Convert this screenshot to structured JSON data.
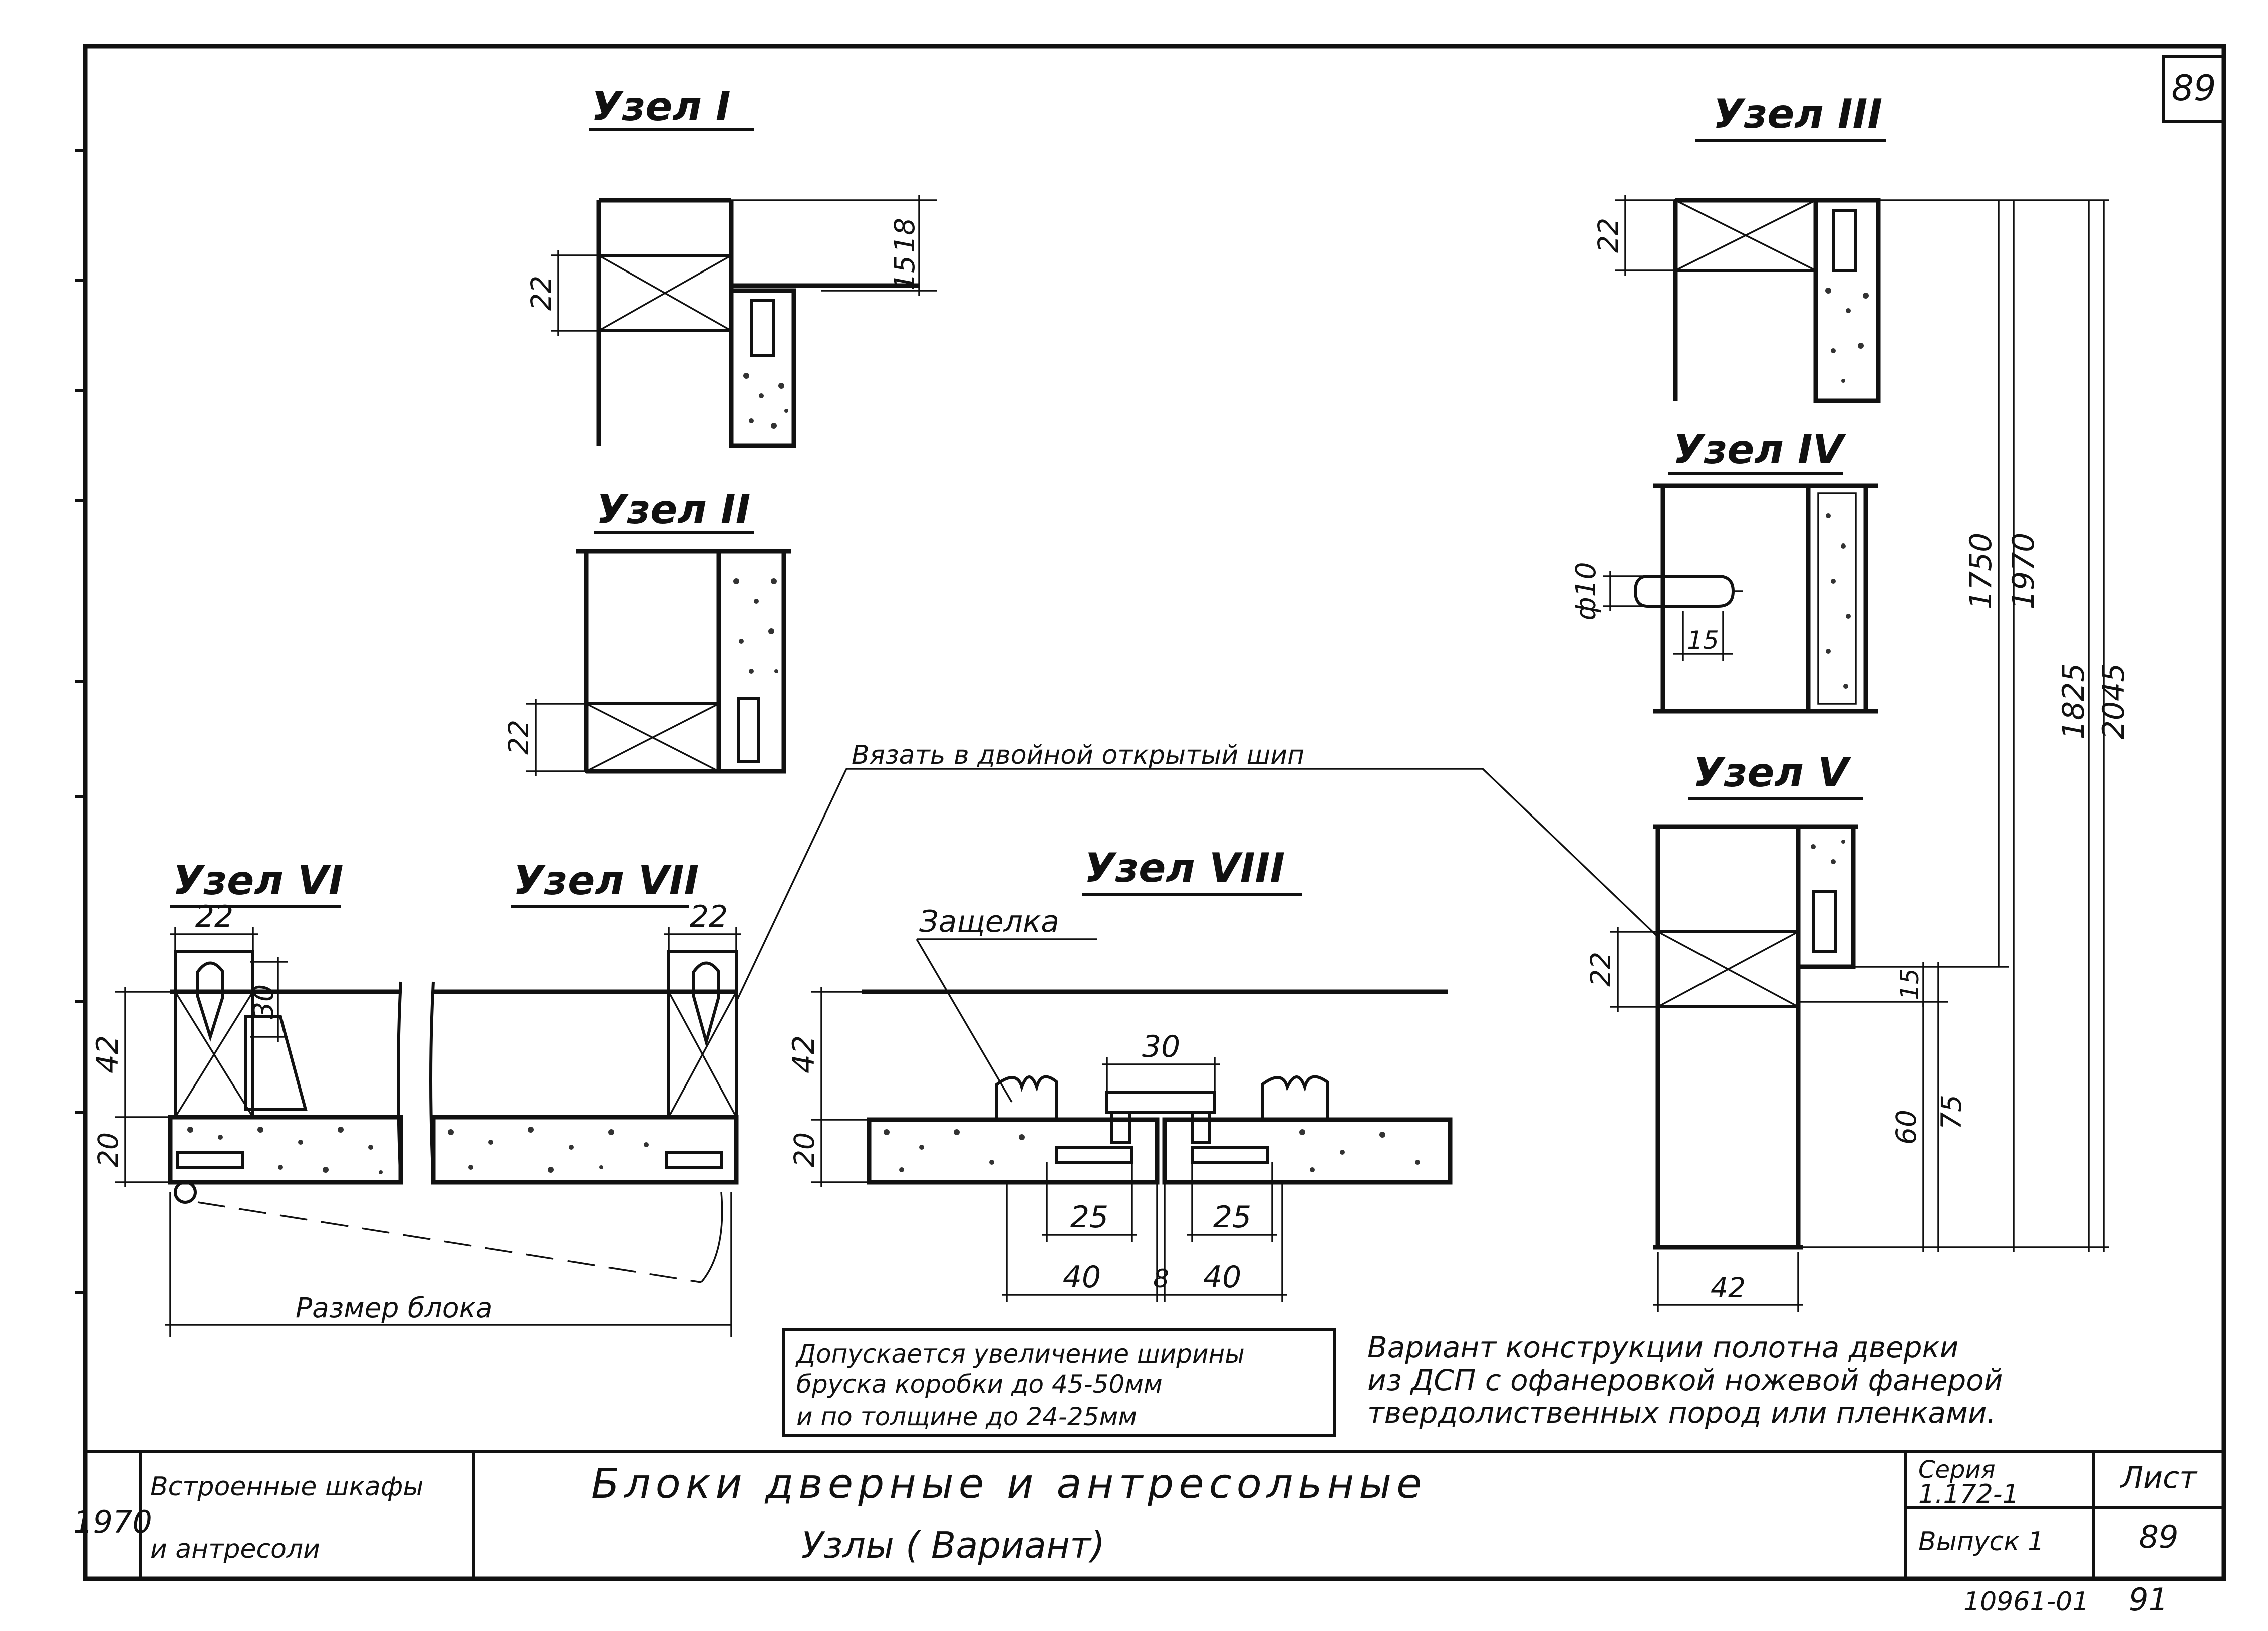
{
  "sheet": {
    "page_number": "89",
    "stamp_bottom": "10961-01",
    "stamp_bottom_page": "91"
  },
  "nodes": {
    "n1": {
      "title": "Узел",
      "roman": "I"
    },
    "n2": {
      "title": "Узел",
      "roman": "II"
    },
    "n3": {
      "title": "Узел",
      "roman": "III"
    },
    "n4": {
      "title": "Узел",
      "roman": "IV"
    },
    "n5": {
      "title": "Узел",
      "roman": "V"
    },
    "n6": {
      "title": "Узел",
      "roman": "VI"
    },
    "n7": {
      "title": "Узел",
      "roman": "VII"
    },
    "n8": {
      "title": "Узел",
      "roman": "VIII"
    }
  },
  "dimensions": {
    "n1": {
      "d18": "18",
      "d15": "15",
      "d22": "22"
    },
    "n2": {
      "d22": "22"
    },
    "n3": {
      "d22": "22"
    },
    "n4": {
      "phi10": "ф10",
      "d15": "15"
    },
    "n5": {
      "d22": "22",
      "d15": "15",
      "d60": "60",
      "d75": "75",
      "d42": "42"
    },
    "vertical": {
      "d1750": "1750",
      "d1970": "1970",
      "d1825": "1825",
      "d2045": "2045"
    },
    "n6": {
      "d22": "22",
      "d30": "30",
      "d42": "42",
      "d20": "20"
    },
    "n7": {
      "d22": "22"
    },
    "n8": {
      "d42": "42",
      "d20": "20",
      "d30": "30",
      "d25a": "25",
      "d25b": "25",
      "d40a": "40",
      "d8": "8",
      "d40b": "40"
    }
  },
  "labels": {
    "tenon_note": "Вязать в двойной открытый шип",
    "latch": "Защелка",
    "block_size": "Размер блока"
  },
  "notes": {
    "allowance": [
      "Допускается увеличение ширины",
      "бруска коробки до 45-50мм",
      "и по толщине до 24-25мм"
    ],
    "variant": [
      "Вариант конструкции полотна дверки",
      "из ДСП с офанеровкой ножевой фанерой",
      "твердолиственных пород или пленками."
    ]
  },
  "title_block": {
    "year": "1970",
    "subject_line1": "Встроенные шкафы",
    "subject_line2": "и антресоли",
    "title_line1": "Блоки дверные и антресольные",
    "title_line2": "Узлы ( Вариант)",
    "series_label": "Серия",
    "series_value": "1.172-1",
    "issue": "Выпуск 1",
    "sheet_label": "Лист",
    "sheet_value": "89"
  },
  "colors": {
    "ink": "#111111",
    "paper": "#ffffff"
  }
}
